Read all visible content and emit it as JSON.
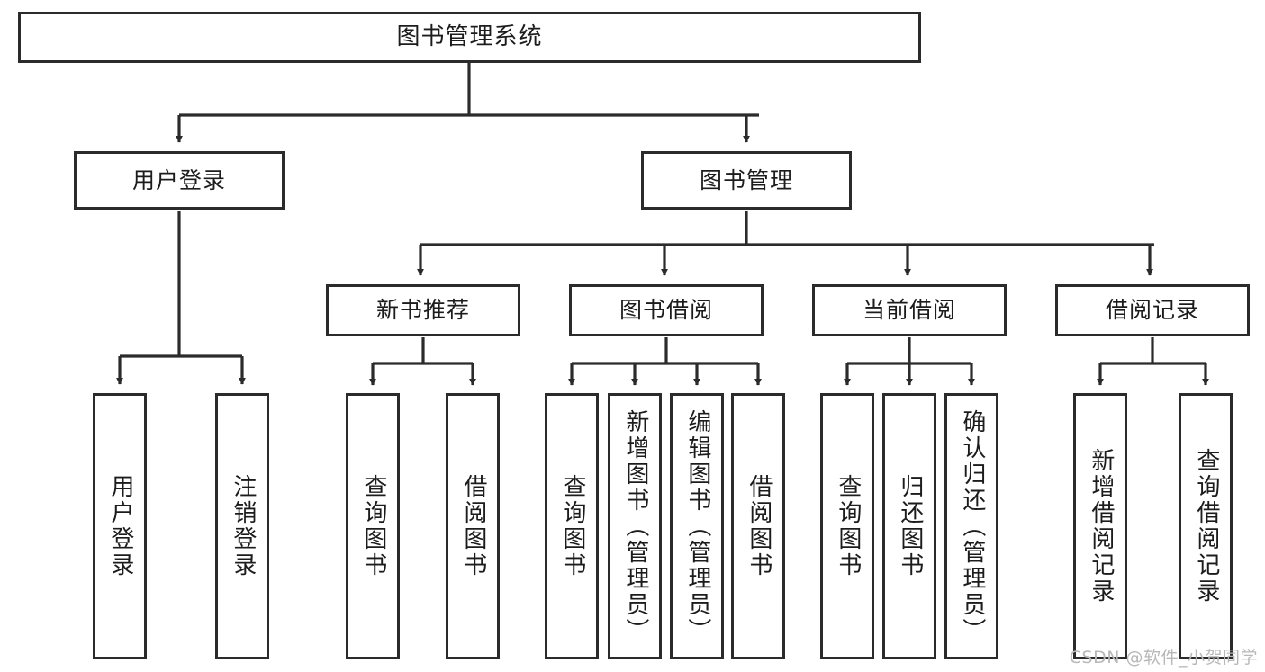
{
  "diagram": {
    "title": "图书管理系统",
    "watermark": "CSDN @软件_小贺同学",
    "colors": {
      "stroke": "#2b2b2b",
      "fill": "#ffffff",
      "text": "#1c1c1c",
      "watermark": "#b8b8b8"
    },
    "root": {
      "label": "图书管理系统"
    },
    "level2": [
      {
        "label": "用户登录"
      },
      {
        "label": "图书管理"
      }
    ],
    "level3": [
      {
        "label": "新书推荐"
      },
      {
        "label": "图书借阅"
      },
      {
        "label": "当前借阅"
      },
      {
        "label": "借阅记录"
      }
    ],
    "leaves": {
      "user_login": [
        {
          "label": "用户登录"
        },
        {
          "label": "注销登录"
        }
      ],
      "new_book_recommend": [
        {
          "label": "查询图书"
        },
        {
          "label": "借阅图书"
        }
      ],
      "book_borrow": [
        {
          "label": "查询图书"
        },
        {
          "label": "新增图书（管理员）"
        },
        {
          "label": "编辑图书（管理员）"
        },
        {
          "label": "借阅图书"
        }
      ],
      "current_borrow": [
        {
          "label": "查询图书"
        },
        {
          "label": "归还图书"
        },
        {
          "label": "确认归还（管理员）"
        }
      ],
      "borrow_record": [
        {
          "label": "新增借阅记录"
        },
        {
          "label": "查询借阅记录"
        }
      ]
    }
  }
}
